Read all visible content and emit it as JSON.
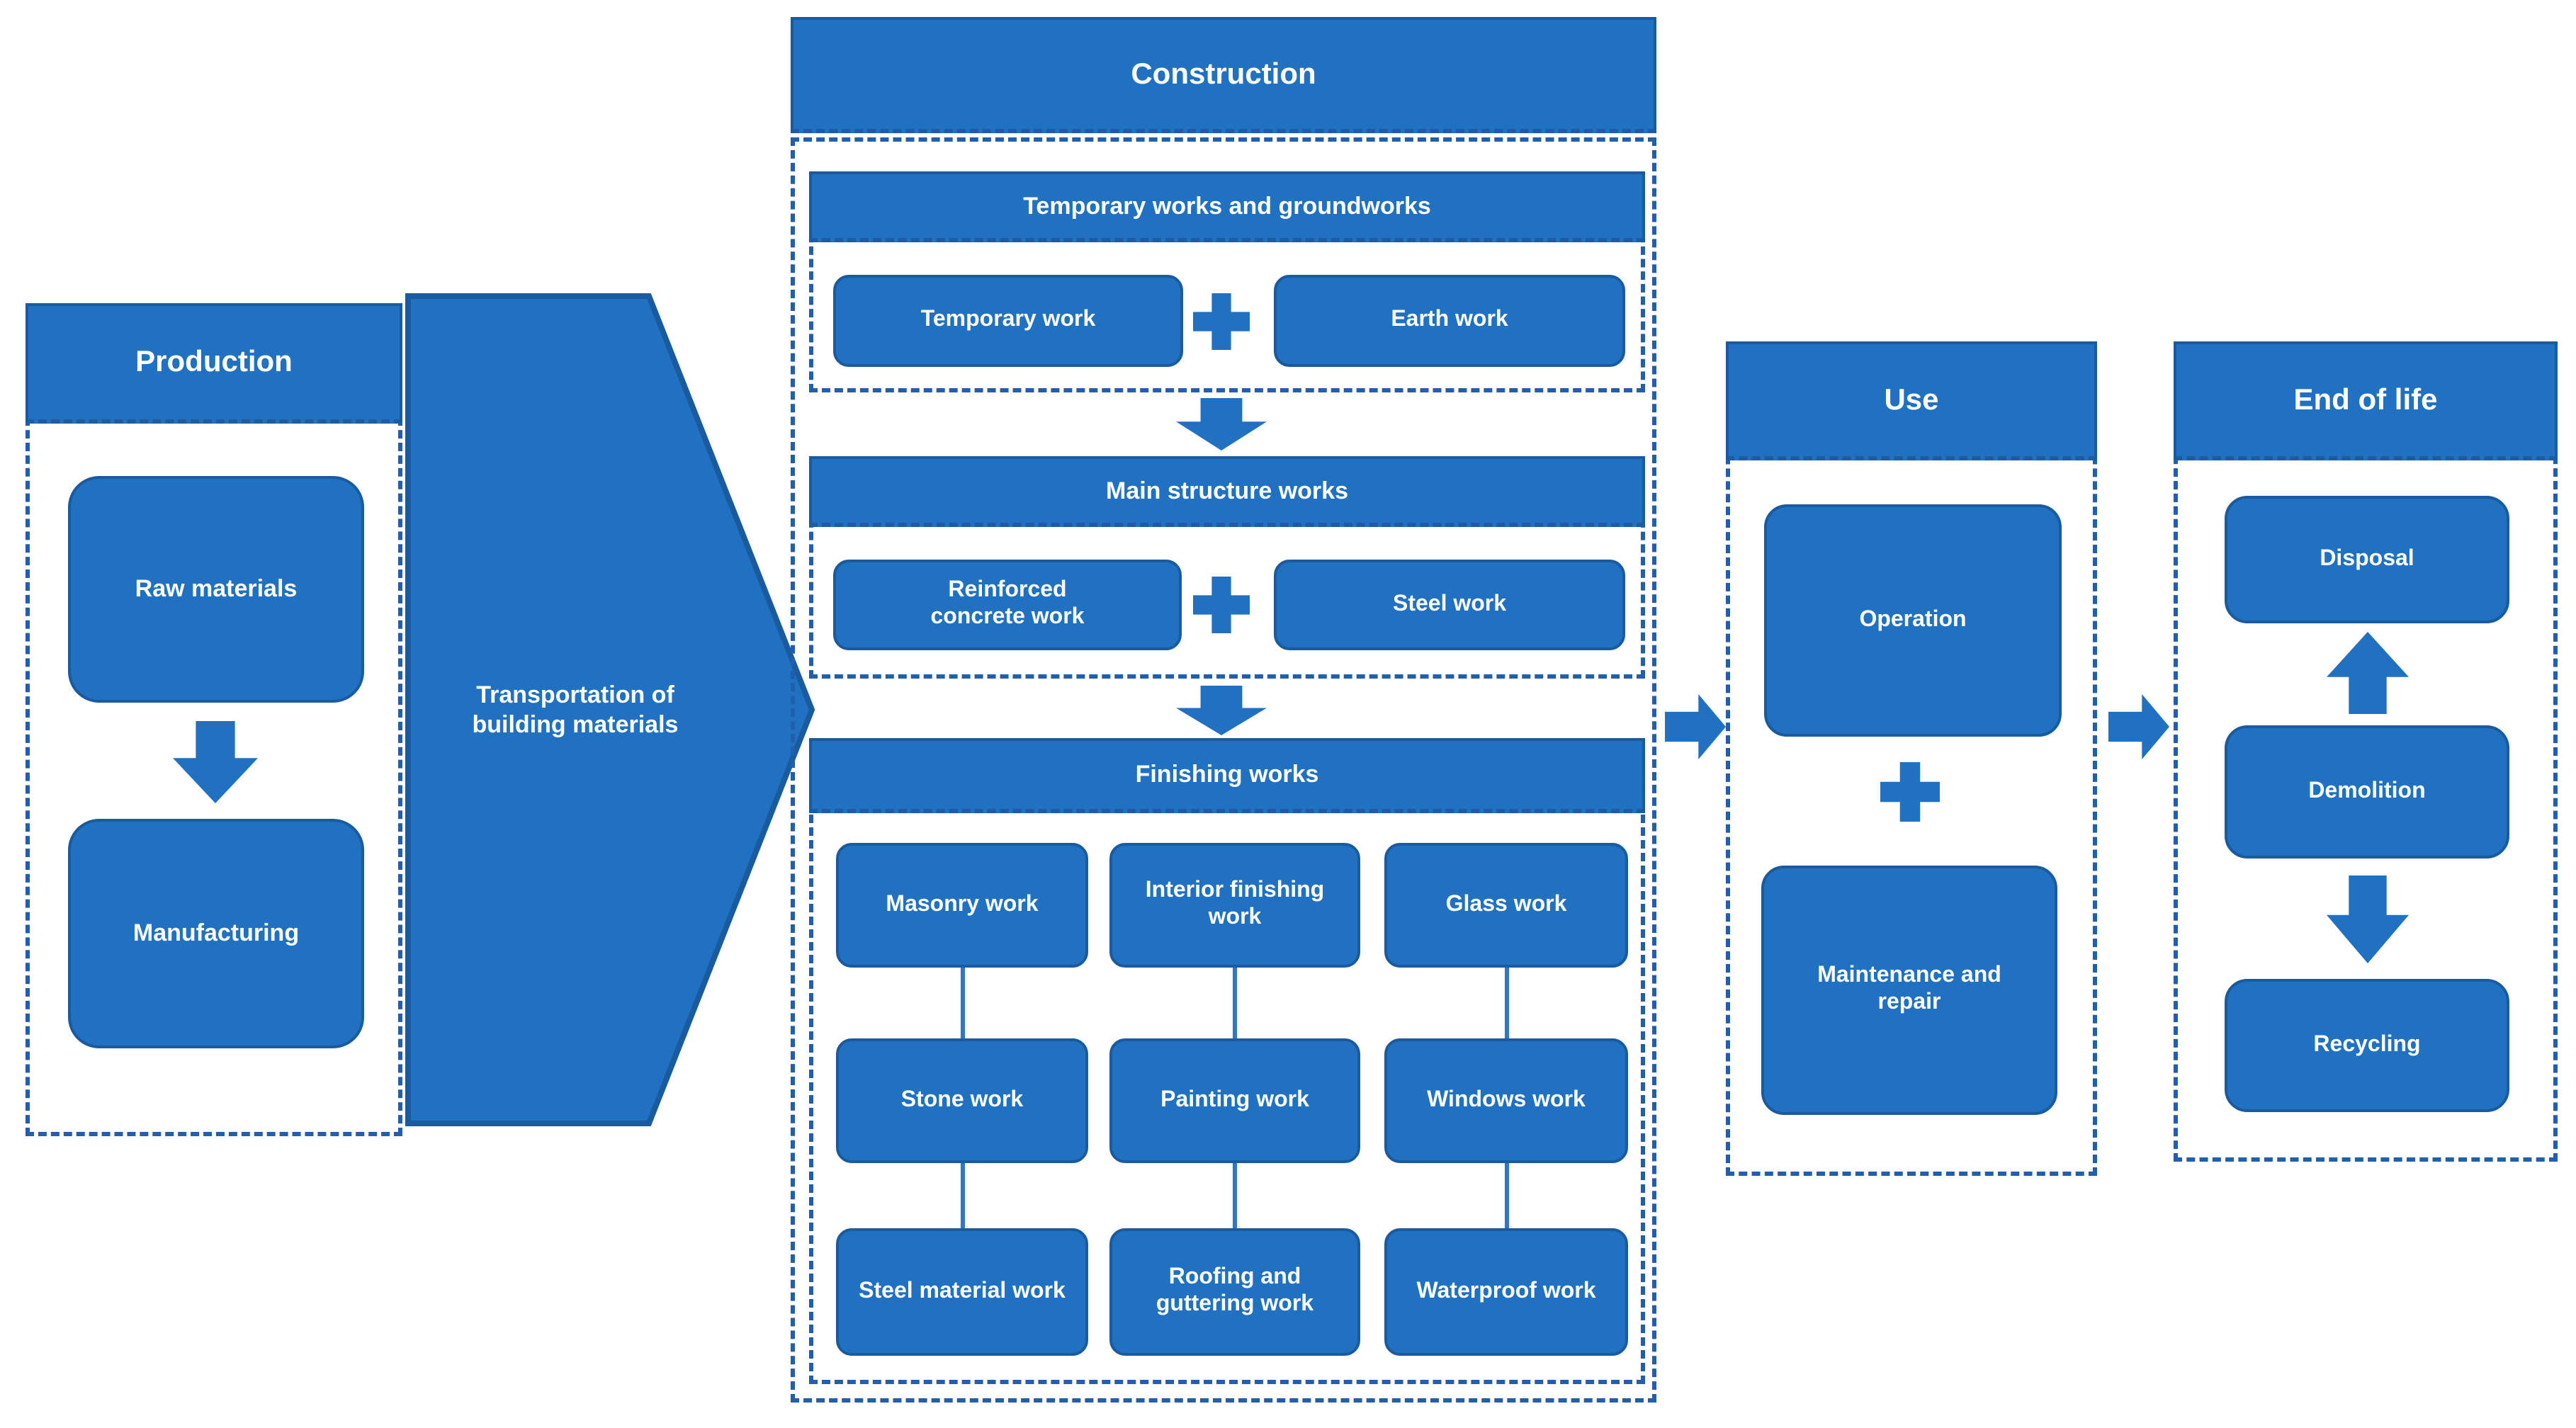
{
  "colors": {
    "primary_fill": "#2171C2",
    "primary_border": "#1A5A9E",
    "dashed_border": "#215FAC",
    "text": "#FFFFFF",
    "background": "#FFFFFF"
  },
  "production": {
    "title": "Production",
    "raw_materials": "Raw materials",
    "manufacturing": "Manufacturing"
  },
  "transportation": {
    "label": "Transportation of building materials"
  },
  "construction": {
    "title": "Construction",
    "temporary": {
      "title": "Temporary works and groundworks",
      "items": [
        "Temporary work",
        "Earth work"
      ]
    },
    "main_structure": {
      "title": "Main structure works",
      "items": [
        "Reinforced concrete work",
        "Steel work"
      ]
    },
    "finishing": {
      "title": "Finishing works",
      "grid": [
        [
          "Masonry work",
          "Interior finishing work",
          "Glass work"
        ],
        [
          "Stone work",
          "Painting work",
          "Windows work"
        ],
        [
          "Steel material work",
          "Roofing and guttering work",
          "Waterproof work"
        ]
      ]
    }
  },
  "use": {
    "title": "Use",
    "operation": "Operation",
    "maintenance": "Maintenance and repair"
  },
  "end_of_life": {
    "title": "End of life",
    "items": [
      "Disposal",
      "Demolition",
      "Recycling"
    ]
  }
}
